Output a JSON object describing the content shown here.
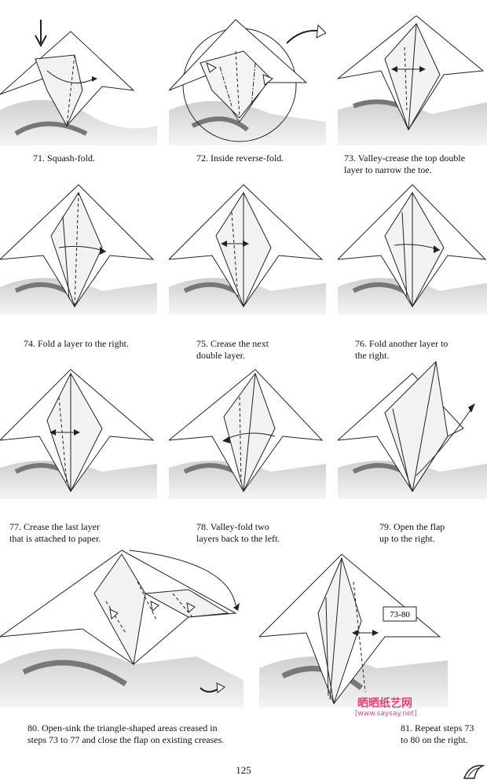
{
  "steps": [
    {
      "caption": "71.  Squash-fold."
    },
    {
      "caption": "72.  Inside reverse-fold."
    },
    {
      "caption": "73.  Valley-crease the top double\nlayer to narrow the toe."
    },
    {
      "caption": "74.  Fold a layer to the right."
    },
    {
      "caption": "75.  Crease the next\ndouble layer."
    },
    {
      "caption": "76.  Fold another layer to\nthe right."
    },
    {
      "caption": "77.  Crease the last layer\nthat is attached to paper."
    },
    {
      "caption": "78.  Valley-fold two\nlayers back to the left."
    },
    {
      "caption": "79.  Open the flap\nup to the right."
    },
    {
      "caption": "80.  Open-sink the triangle-shaped areas creased in\nsteps 73 to 77 and close the flap on existing creases."
    },
    {
      "caption": "81.  Repeat steps 73\nto 80 on the right."
    }
  ],
  "step_box_label": "73-80",
  "page_number": "125",
  "watermark": {
    "site_name_cn": "晒晒纸艺网",
    "site_url": "[www.saysay.net]"
  }
}
